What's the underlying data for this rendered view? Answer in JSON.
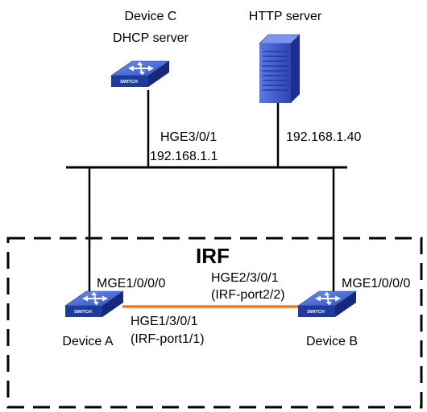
{
  "irf": {
    "label": "IRF"
  },
  "device_c": {
    "name": "Device C",
    "role": "DHCP server",
    "icon": "switch-icon",
    "badge": "SWITCH"
  },
  "http_server": {
    "name": "HTTP server",
    "icon": "server-icon"
  },
  "links": {
    "device_c_port": "HGE3/0/1",
    "device_c_ip": "192.168.1.1",
    "http_ip": "192.168.1.40",
    "device_a_mgmt": "MGE1/0/0/0",
    "device_b_mgmt": "MGE1/0/0/0",
    "b_irf_port": "HGE2/3/0/1",
    "b_irf_port_name": "(IRF-port2/2)",
    "a_irf_port": "HGE1/3/0/1",
    "a_irf_port_name": "(IRF-port1/1)"
  },
  "device_a": {
    "name": "Device A",
    "icon": "switch-icon",
    "badge": "SWITCH"
  },
  "device_b": {
    "name": "Device B",
    "icon": "switch-icon",
    "badge": "SWITCH"
  },
  "colors": {
    "irf_link": "#f07a20",
    "switch_top": "#4a6fd8",
    "switch_side": "#1e3a9c",
    "server": "#3b55c8"
  }
}
